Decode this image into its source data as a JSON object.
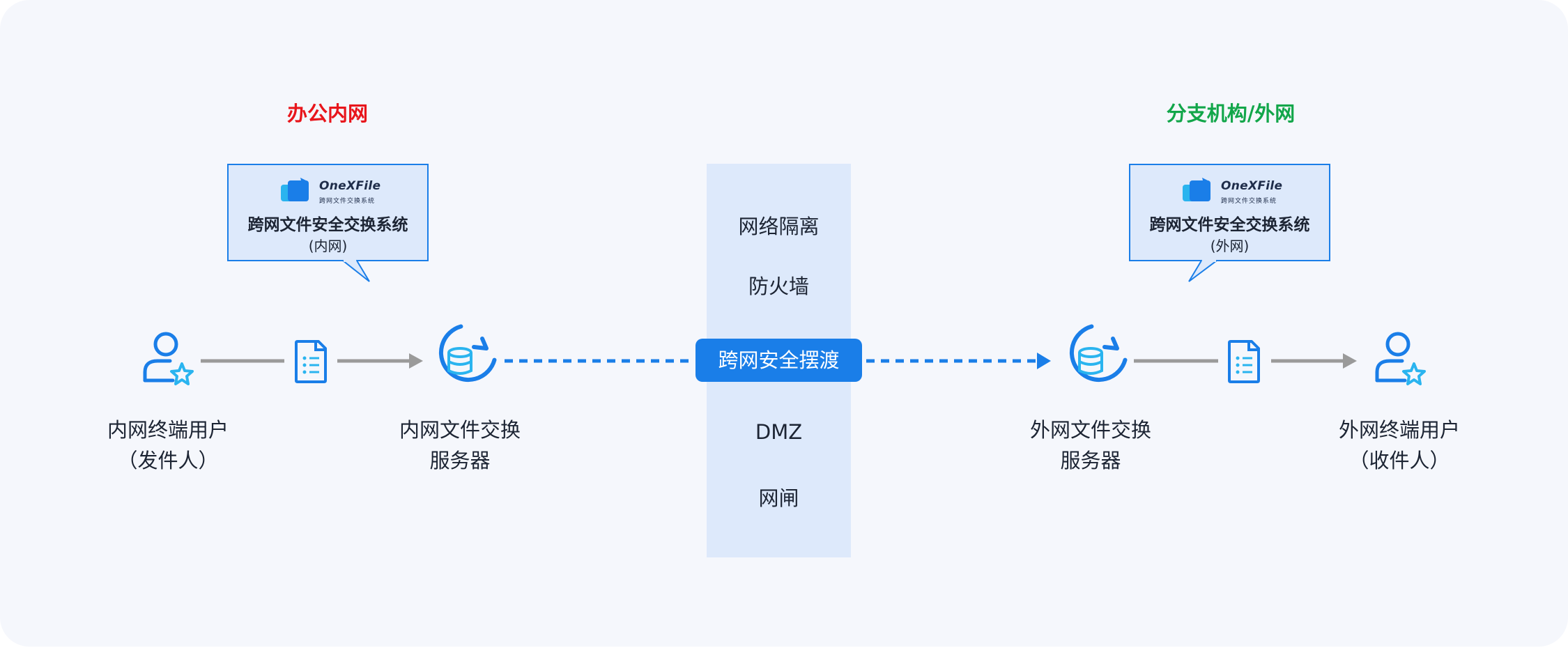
{
  "zones": {
    "left_title": "办公内网",
    "right_title": "分支机构/外网"
  },
  "bubbles": {
    "left": {
      "logo_text": "OneXFile",
      "logo_sub": "跨网文件交换系统",
      "title": "跨网文件安全交换系统",
      "subtitle": "(内网)"
    },
    "right": {
      "logo_text": "OneXFile",
      "logo_sub": "跨网文件交换系统",
      "title": "跨网文件安全交换系统",
      "subtitle": "(外网)"
    }
  },
  "band": {
    "items": [
      "网络隔离",
      "防火墙",
      "DMZ",
      "网闸"
    ],
    "ferry_label": "跨网安全摆渡"
  },
  "nodes": {
    "sender": {
      "line1": "内网终端用户",
      "line2": "（发件人）"
    },
    "inner_server": {
      "line1": "内网文件交换",
      "line2": "服务器"
    },
    "outer_server": {
      "line1": "外网文件交换",
      "line2": "服务器"
    },
    "receiver": {
      "line1": "外网终端用户",
      "line2": "（收件人）"
    }
  },
  "icons": {
    "user": "user-star-icon",
    "document": "document-icon",
    "server": "database-sync-icon",
    "logo": "onexfile-logo-icon"
  },
  "colors": {
    "primary_blue": "#1a7ee8",
    "light_blue": "#dde9fb",
    "accent_cyan": "#2ab4ef",
    "left_title": "#e8151b",
    "right_title": "#12a64a",
    "arrow_gray": "#9a9a9a"
  }
}
